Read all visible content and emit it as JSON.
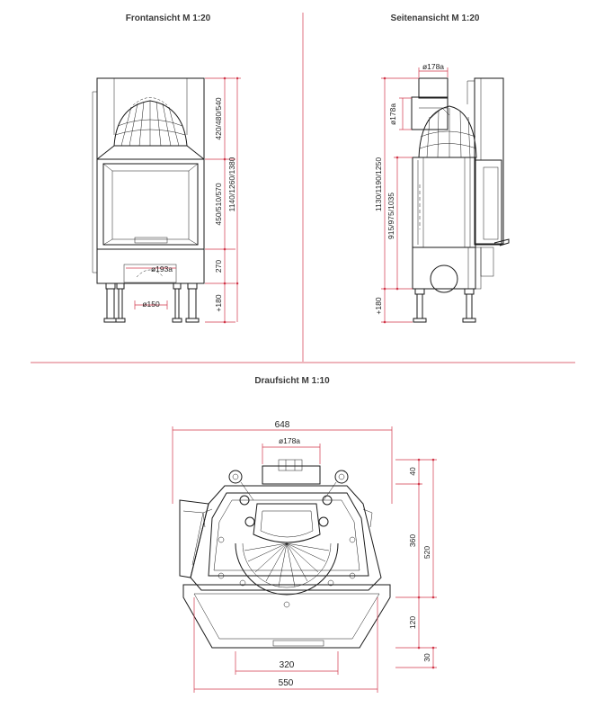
{
  "titles": {
    "front": "Frontansicht M 1:20",
    "side": "Seitenansicht M 1:20",
    "top": "Draufsicht M 1:10"
  },
  "front_view": {
    "dim_upper": "420/480/540",
    "dim_door": "450/510/570",
    "dim_base": "270",
    "dim_total": "1140/1260/1380",
    "dim_legs": "+180",
    "flue_label": "ø193a",
    "inlet_label": "ø150"
  },
  "side_view": {
    "flue_top_label": "ø178a",
    "flue_side_label": "ø178a",
    "dim_outer": "1130/1190/1250",
    "dim_inner": "915/975/1035",
    "dim_legs": "+180"
  },
  "top_view": {
    "width_total": "648",
    "flue_label": "ø178a",
    "dim_40": "40",
    "dim_360": "360",
    "dim_520": "520",
    "dim_120": "120",
    "dim_30": "30",
    "width_bottom_inner": "320",
    "width_bottom": "550"
  },
  "colors": {
    "dimension_lines": "#d2374a",
    "drawing_lines": "#1a1a1a",
    "separator_lines": "#d2374a"
  }
}
